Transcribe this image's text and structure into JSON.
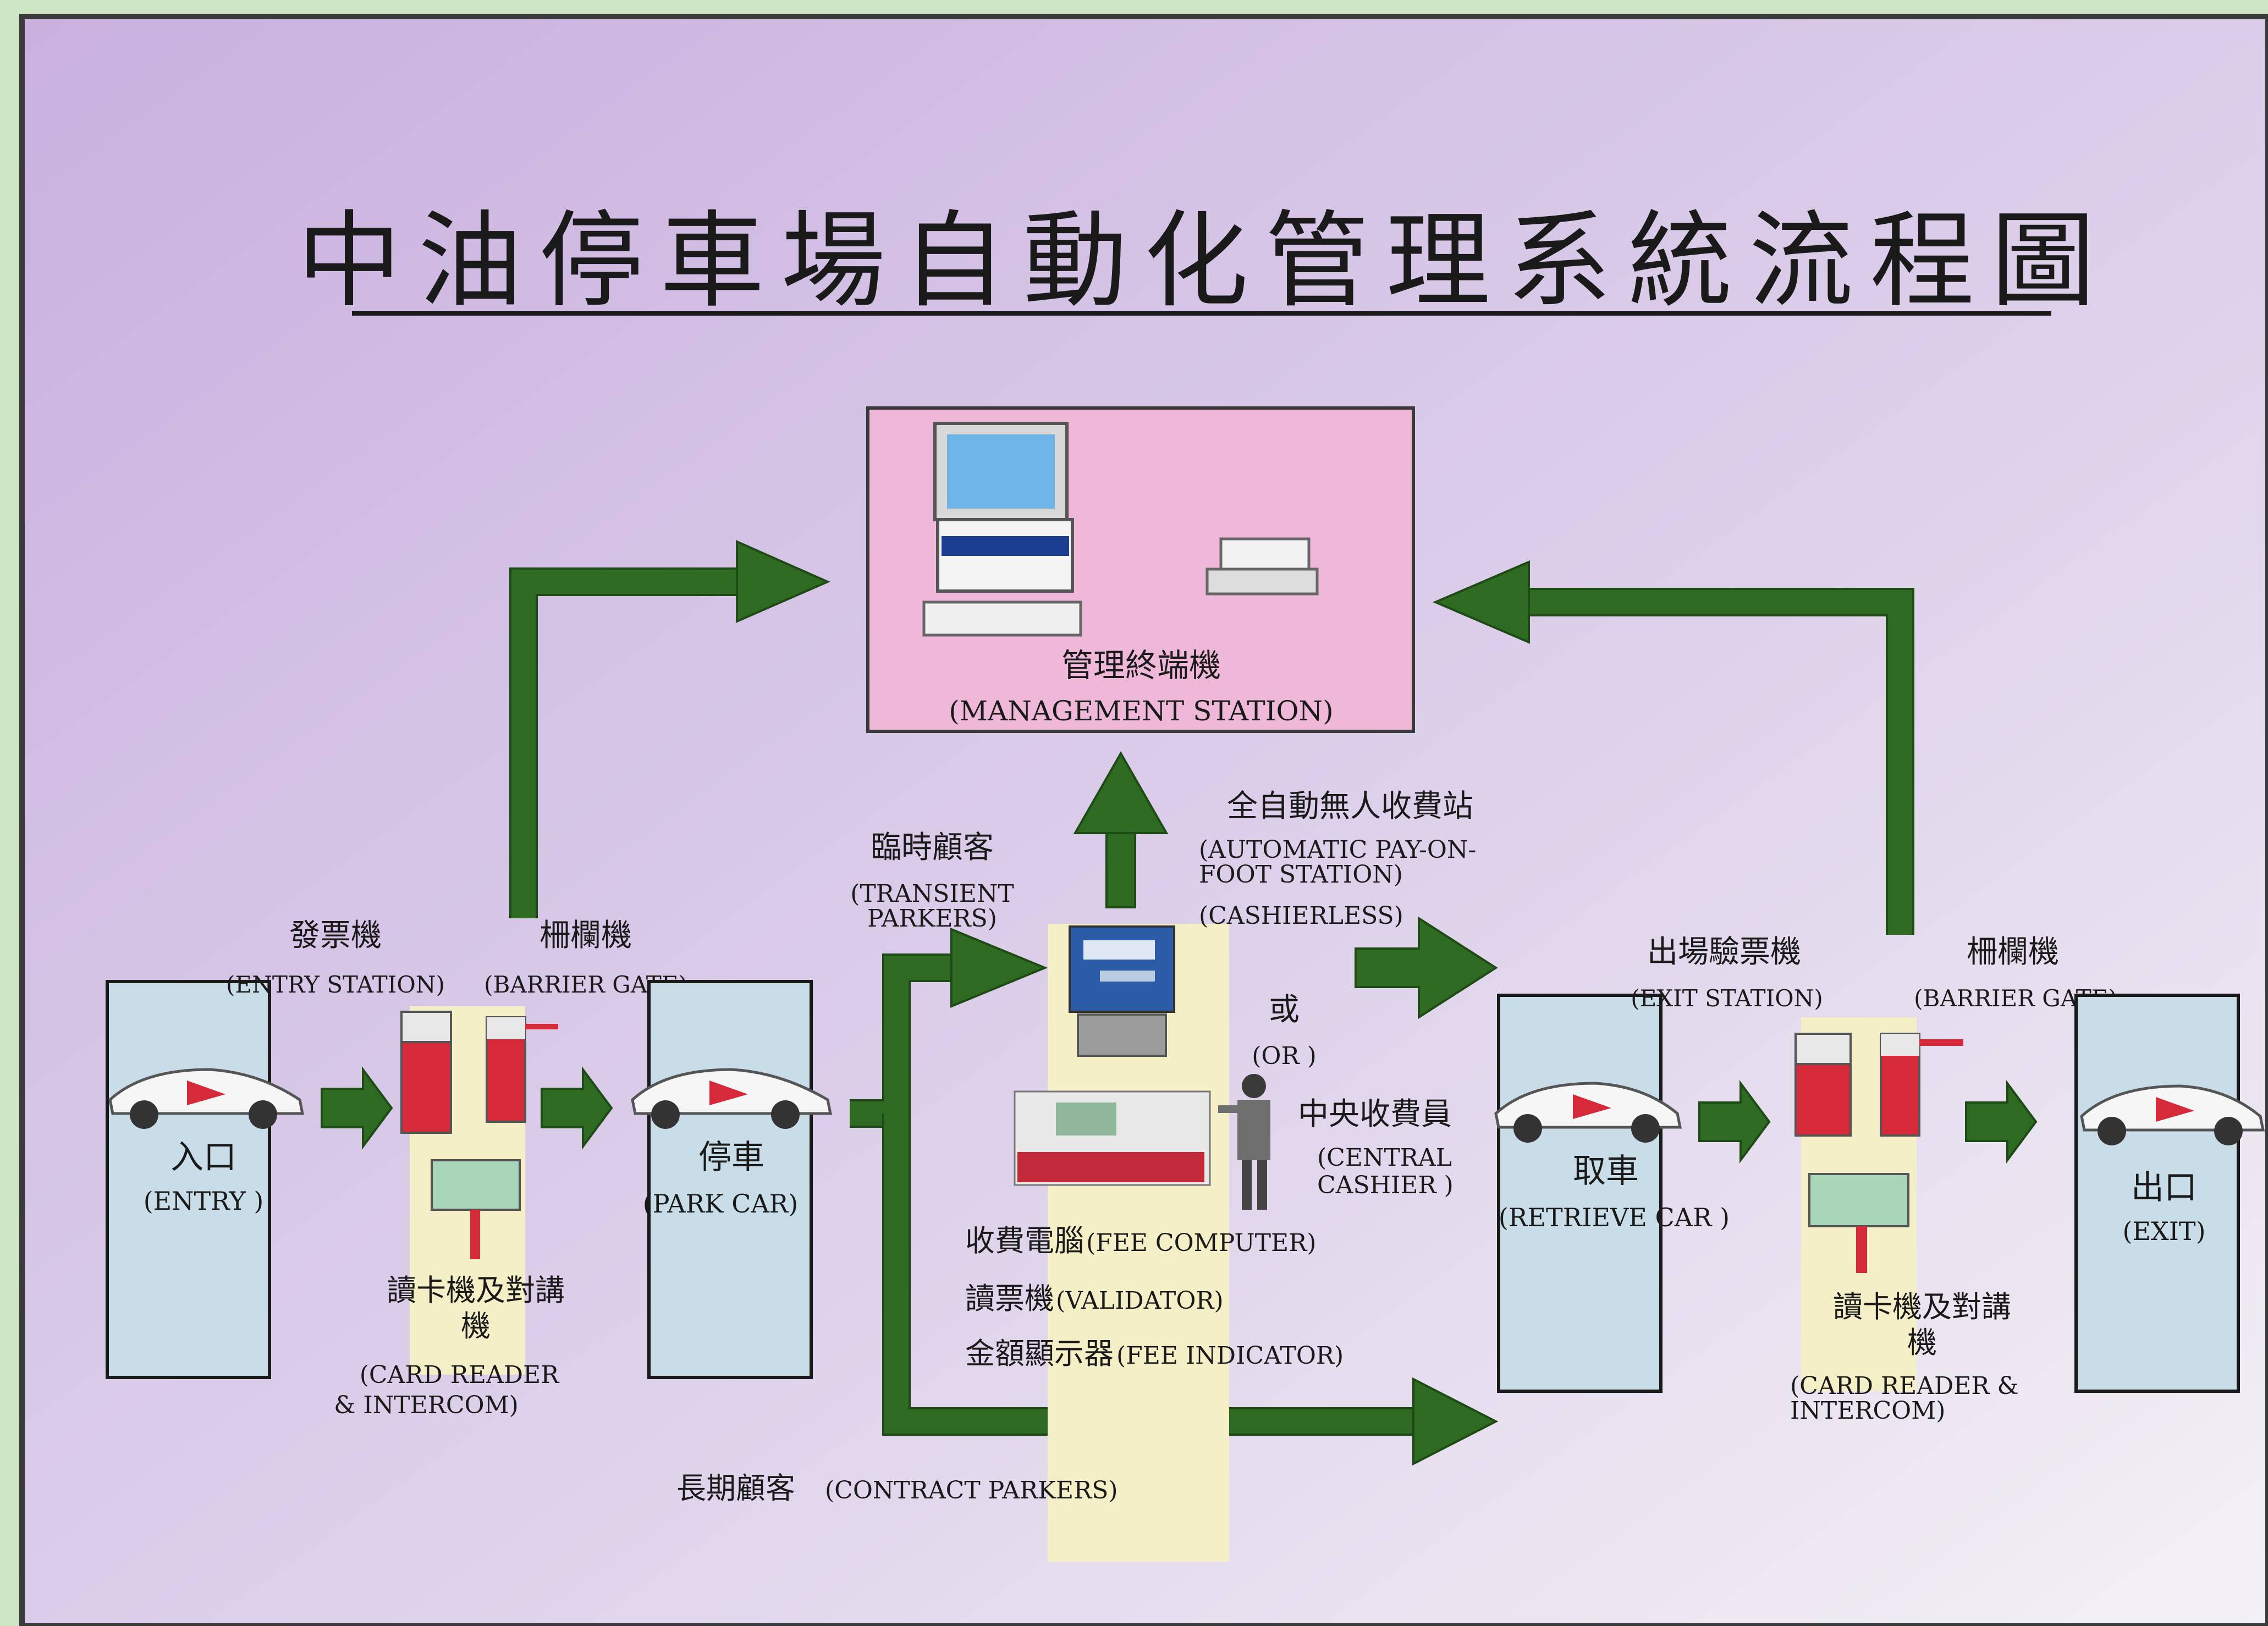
{
  "title": "中油停車場自動化管理系統流程圖",
  "management": {
    "zh": "管理終端機",
    "en": "(MANAGEMENT STATION)"
  },
  "entry_station": {
    "zh": "發票機",
    "en": "(ENTRY STATION)"
  },
  "barrier_gate_left": {
    "zh": "柵欄機",
    "en": "(BARRIER GATE)"
  },
  "entry_box": {
    "zh": "入口",
    "en": "(ENTRY )"
  },
  "card_reader_left": {
    "zh1": "讀卡機及對講",
    "zh2": "機",
    "en1": "(CARD READER",
    "en2": "& INTERCOM)"
  },
  "park_box": {
    "zh": "停車",
    "en": "(PARK CAR)"
  },
  "transient": {
    "zh": "臨時顧客",
    "en1": "(TRANSIENT",
    "en2": "PARKERS)"
  },
  "auto_pay": {
    "zh": "全自動無人收費站",
    "en1": "(AUTOMATIC PAY-ON-",
    "en2": "FOOT STATION)",
    "en3": "(CASHIERLESS)"
  },
  "or_label": {
    "zh": "或",
    "en": "(OR )"
  },
  "central_cashier": {
    "zh": "中央收費員",
    "en1": "(CENTRAL",
    "en2": "CASHIER )"
  },
  "devices": [
    {
      "zh": "收費電腦",
      "en": "(FEE COMPUTER)"
    },
    {
      "zh": "讀票機",
      "en": "(VALIDATOR)"
    },
    {
      "zh": "金額顯示器",
      "en": "(FEE INDICATOR)"
    }
  ],
  "contract": {
    "zh": "長期顧客",
    "en": "(CONTRACT PARKERS)"
  },
  "exit_station": {
    "zh": "出場驗票機",
    "en": "(EXIT  STATION)"
  },
  "barrier_gate_right": {
    "zh": "柵欄機",
    "en": "(BARRIER GATE)"
  },
  "retrieve_box": {
    "zh": "取車",
    "en": "(RETRIEVE CAR )"
  },
  "card_reader_right": {
    "zh1": "讀卡機及對講",
    "zh2": "機",
    "en1": "(CARD READER &",
    "en2": "INTERCOM)"
  },
  "exit_box": {
    "zh": "出口",
    "en": "(EXIT)"
  },
  "colors": {
    "background_top": "#cdb6e0",
    "background_bottom": "#f2f0f4",
    "arrow": "#2e6a22",
    "panel_blue": "#c8dde8",
    "management_pink": "#f0b8d8",
    "gate_red": "#d62a3a"
  }
}
